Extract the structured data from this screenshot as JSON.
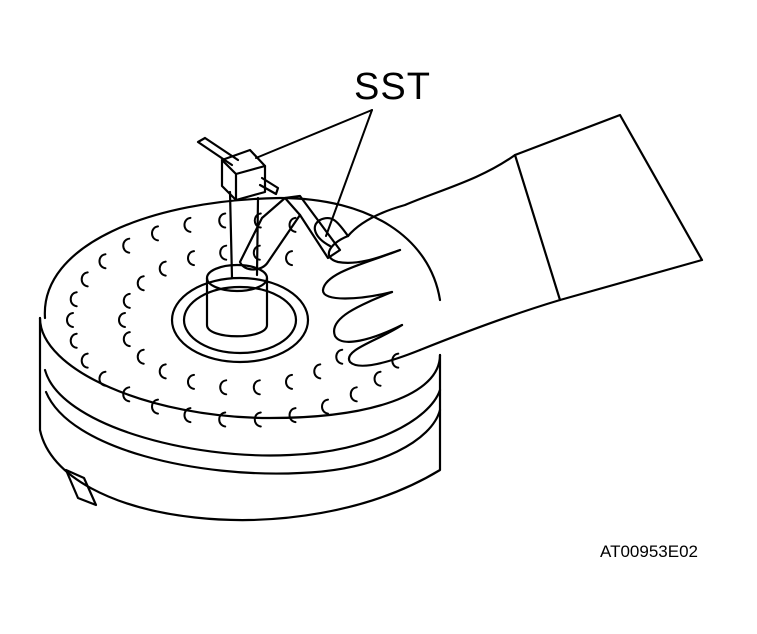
{
  "figure": {
    "callout_label": "SST",
    "figure_id": "AT00953E02"
  },
  "colors": {
    "ink": "#000000",
    "paper": "#ffffff"
  },
  "parts": {
    "converter_slots": {
      "outer_ring": 30,
      "inner_ring": 22
    }
  }
}
